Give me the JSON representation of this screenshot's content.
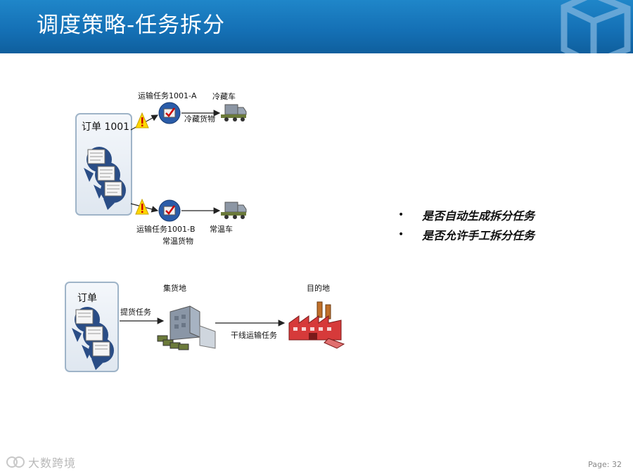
{
  "slide": {
    "title": "调度策略-任务拆分",
    "page_label": "Page: 32"
  },
  "split_diagram": {
    "order_label": "订单 1001",
    "task_a": {
      "name": "运输任务1001-A",
      "vehicle": "冷藏车",
      "cargo": "冷藏货物"
    },
    "task_b": {
      "name": "运输任务1001-B",
      "vehicle": "常温车",
      "cargo": "常温货物"
    }
  },
  "flow_diagram": {
    "order_label": "订单",
    "pickup_label": "提货任务",
    "hub_label": "集货地",
    "linehaul_label": "干线运输任务",
    "destination_label": "目的地"
  },
  "bullets": [
    "是否自动生成拆分任务",
    "是否允许手工拆分任务"
  ],
  "watermark": {
    "text": "大数跨境"
  },
  "colors": {
    "header": "#146fb4",
    "warning": "#ffd700",
    "task_check": "#cc0000"
  }
}
